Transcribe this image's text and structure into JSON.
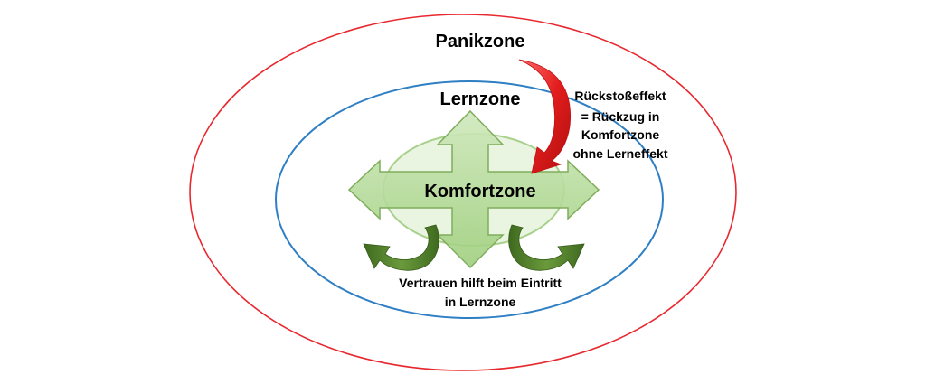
{
  "diagram": {
    "title": "Komfortzone / Lernzone / Panikzone",
    "zones": {
      "panic": {
        "label": "Panikzone",
        "color": "#e8282f"
      },
      "learning": {
        "label": "Lernzone",
        "color": "#2e7fc4"
      },
      "comfort": {
        "label": "Komfortzone",
        "color": "#a9d18e"
      }
    },
    "recoil_note": {
      "lines": [
        "Rückstoßeffekt",
        "= Rückzug in",
        "Komfortzone",
        "ohne Lerneffekt"
      ],
      "arrow_color": "#e21c1c"
    },
    "trust_note": {
      "lines": [
        "Vertrauen hilft beim Eintritt",
        "in Lernzone"
      ],
      "arrow_color": "#4f7a2a"
    },
    "cross_arrow": {
      "fill_color": "#b7dc9b",
      "stroke_color": "#7fad5c"
    }
  }
}
